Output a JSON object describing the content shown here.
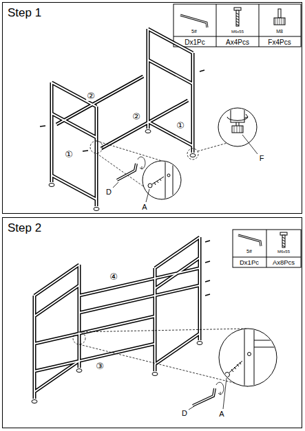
{
  "diagram": {
    "nodes": [
      {
        "text": [
          "Step 1"
        ]
      },
      {
        "text": [
          "Step 2"
        ]
      }
    ],
    "labels": [
      "5#",
      "M6x55",
      "M8",
      "Dx1Pc",
      "Ax4Pcs",
      "Fx4Pcs",
      "②",
      "②",
      "①",
      "①",
      "F",
      "D",
      "A",
      "5#",
      "M6x55",
      "Dx1Pc",
      "Ax8Pcs",
      "④",
      "③",
      "D",
      "A"
    ]
  }
}
